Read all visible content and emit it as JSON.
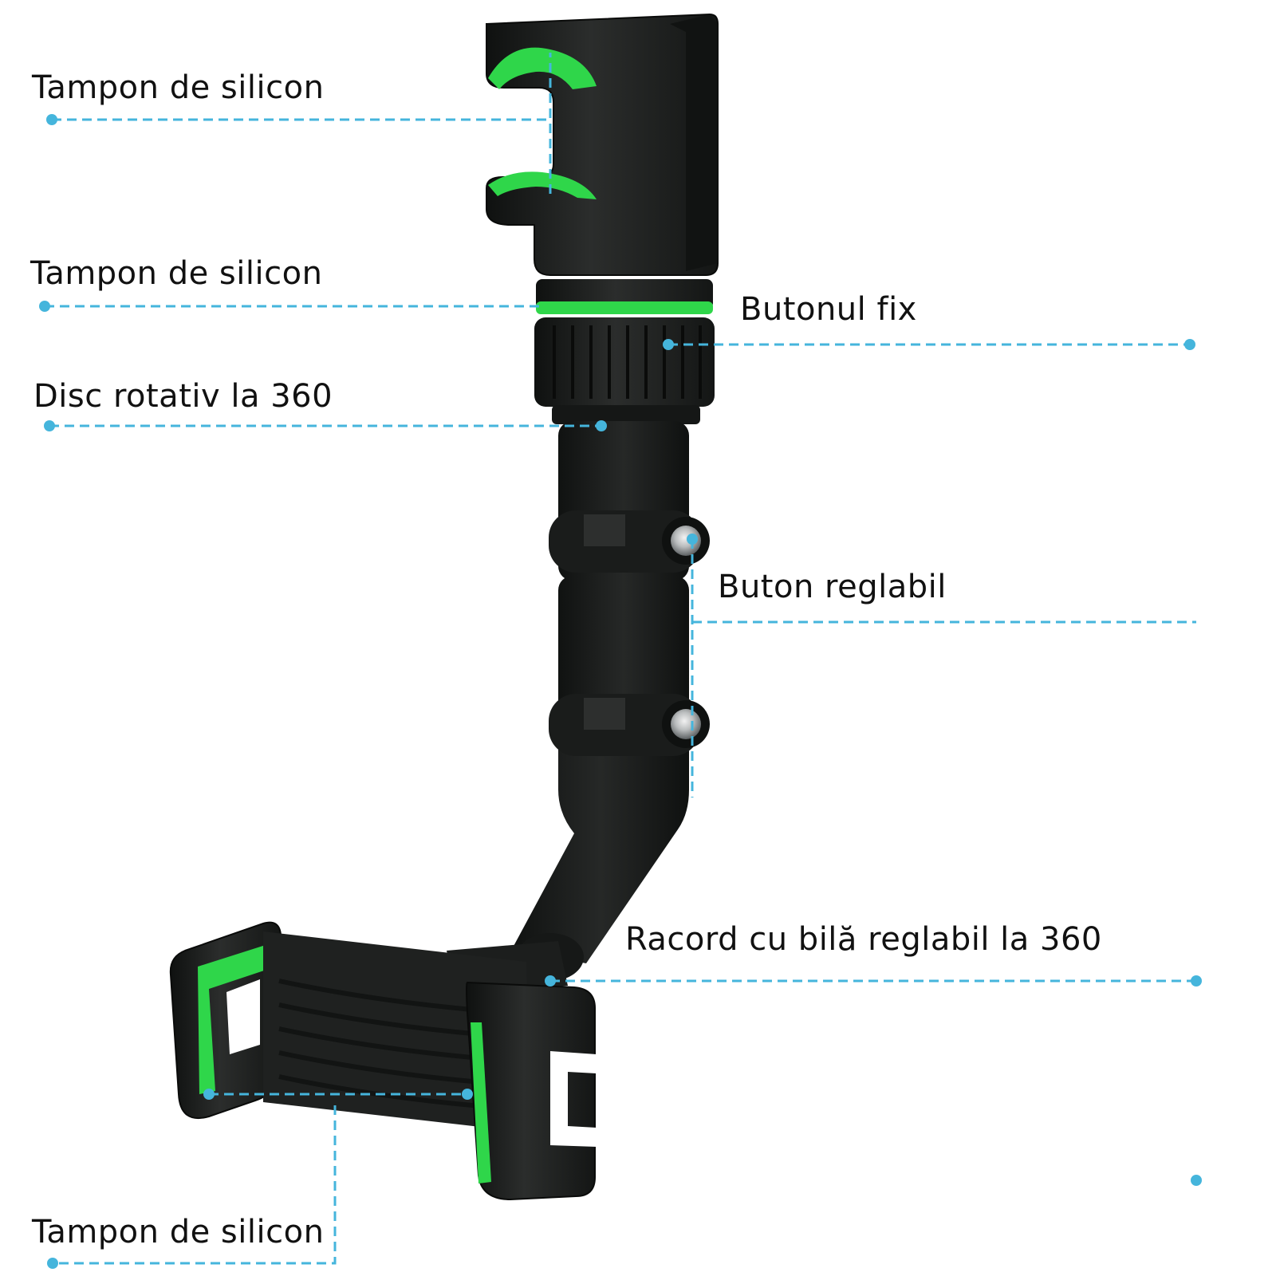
{
  "colors": {
    "leader_line": "#45b5dc",
    "product_body": "#1b1d1c",
    "product_shade": "#2a2c2b",
    "accent_green": "#2fd64a",
    "background": "#ffffff"
  },
  "icons": {
    "product": "phone-holder-illustration",
    "leader_dot": "callout-dot"
  },
  "callouts": [
    {
      "id": "silicone-pad-top-clamp",
      "label": "Tampon de silicon"
    },
    {
      "id": "silicone-pad-ring",
      "label": "Tampon de silicon"
    },
    {
      "id": "fixed-knob",
      "label": "Butonul fix"
    },
    {
      "id": "rotating-disc",
      "label": "Disc rotativ la 360"
    },
    {
      "id": "adjustable-knob",
      "label": "Buton reglabil"
    },
    {
      "id": "ball-joint",
      "label": "Racord cu bilă reglabil la 360"
    },
    {
      "id": "silicone-pad-phone-clamp",
      "label": "Tampon de silicon"
    }
  ]
}
